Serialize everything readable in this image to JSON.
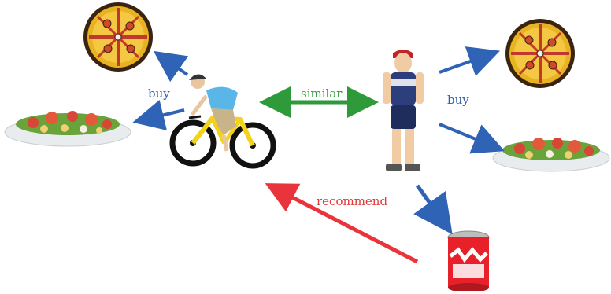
{
  "labels": {
    "buy_left": "buy",
    "buy_right": "buy",
    "similar": "similar",
    "recommend": "recommend"
  },
  "colors": {
    "buy_arrow": "#2f63b5",
    "similar_arrow": "#2e9a3a",
    "recommend_arrow": "#e8343a",
    "pizza_crust": "#e8b321",
    "pizza_lines": "#c0392b",
    "can_red": "#e8202a"
  },
  "icons": {
    "cyclist": "cyclist-icon",
    "person": "standing-cyclist-icon",
    "pizza": "pizza-icon",
    "salad": "salad-plate-icon",
    "soda_can": "soda-can-icon"
  }
}
